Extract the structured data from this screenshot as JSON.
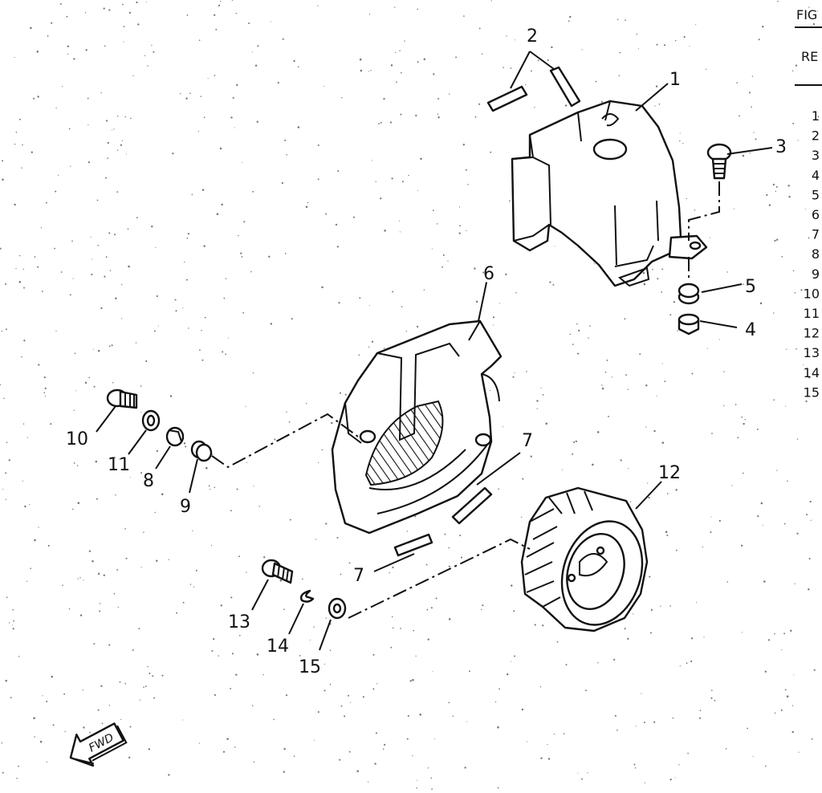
{
  "header": {
    "fig_label": "FIG",
    "ref_label": "RE"
  },
  "ref_numbers": [
    "1",
    "2",
    "3",
    "4",
    "5",
    "6",
    "7",
    "8",
    "9",
    "10",
    "11",
    "12",
    "13",
    "14",
    "15"
  ],
  "callouts": {
    "c1": "1",
    "c2": "2",
    "c3": "3",
    "c4": "4",
    "c5": "5",
    "c6": "6",
    "c7a": "7",
    "c7b": "7",
    "c8": "8",
    "c9": "9",
    "c10": "10",
    "c11": "11",
    "c12": "12",
    "c13": "13",
    "c14": "14",
    "c15": "15"
  },
  "direction_arrow": {
    "label": "FWD"
  }
}
